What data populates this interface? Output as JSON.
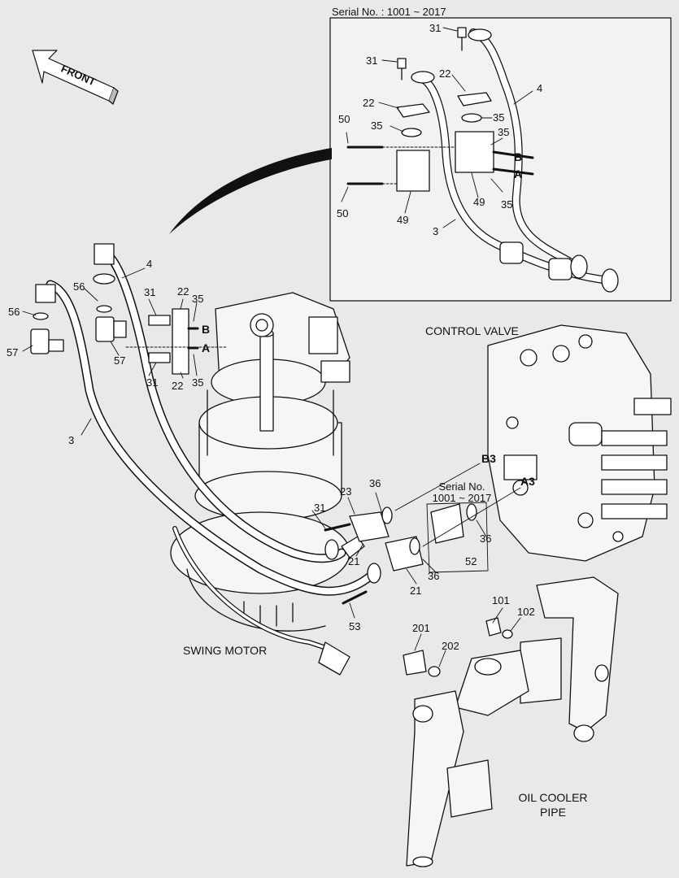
{
  "inset_serial": "Serial No. : 1001 ~ 2017",
  "front_arrow": "FRONT",
  "sections": {
    "control_valve": "CONTROL VALVE",
    "swing_motor": "SWING MOTOR",
    "oil_cooler_line1": "OIL COOLER",
    "oil_cooler_line2": "PIPE"
  },
  "sub_serial_line1": "Serial No.",
  "sub_serial_line2": "1001 ~ 2017",
  "ports": {
    "b3": "B3",
    "a3": "A3",
    "b": "B",
    "a": "A"
  },
  "callouts": {
    "inset_31a": "31",
    "inset_31b": "31",
    "inset_22a": "22",
    "inset_22b": "22",
    "inset_4": "4",
    "inset_35a": "35",
    "inset_35b": "35",
    "inset_35c": "35",
    "inset_35d": "35",
    "inset_50a": "50",
    "inset_50b": "50",
    "inset_49a": "49",
    "inset_49b": "49",
    "inset_3": "3",
    "main_4": "4",
    "main_56a": "56",
    "main_56b": "56",
    "main_57a": "57",
    "main_57b": "57",
    "main_31a": "31",
    "main_31b": "31",
    "main_22a": "22",
    "main_22b": "22",
    "main_35a": "35",
    "main_35b": "35",
    "main_3": "3",
    "main_31c": "31",
    "main_23": "23",
    "main_36a": "36",
    "main_21a": "21",
    "main_21b": "21",
    "main_36b": "36",
    "main_36c": "36",
    "main_52": "52",
    "main_53": "53",
    "main_101": "101",
    "main_102": "102",
    "main_201": "201",
    "main_202": "202"
  }
}
